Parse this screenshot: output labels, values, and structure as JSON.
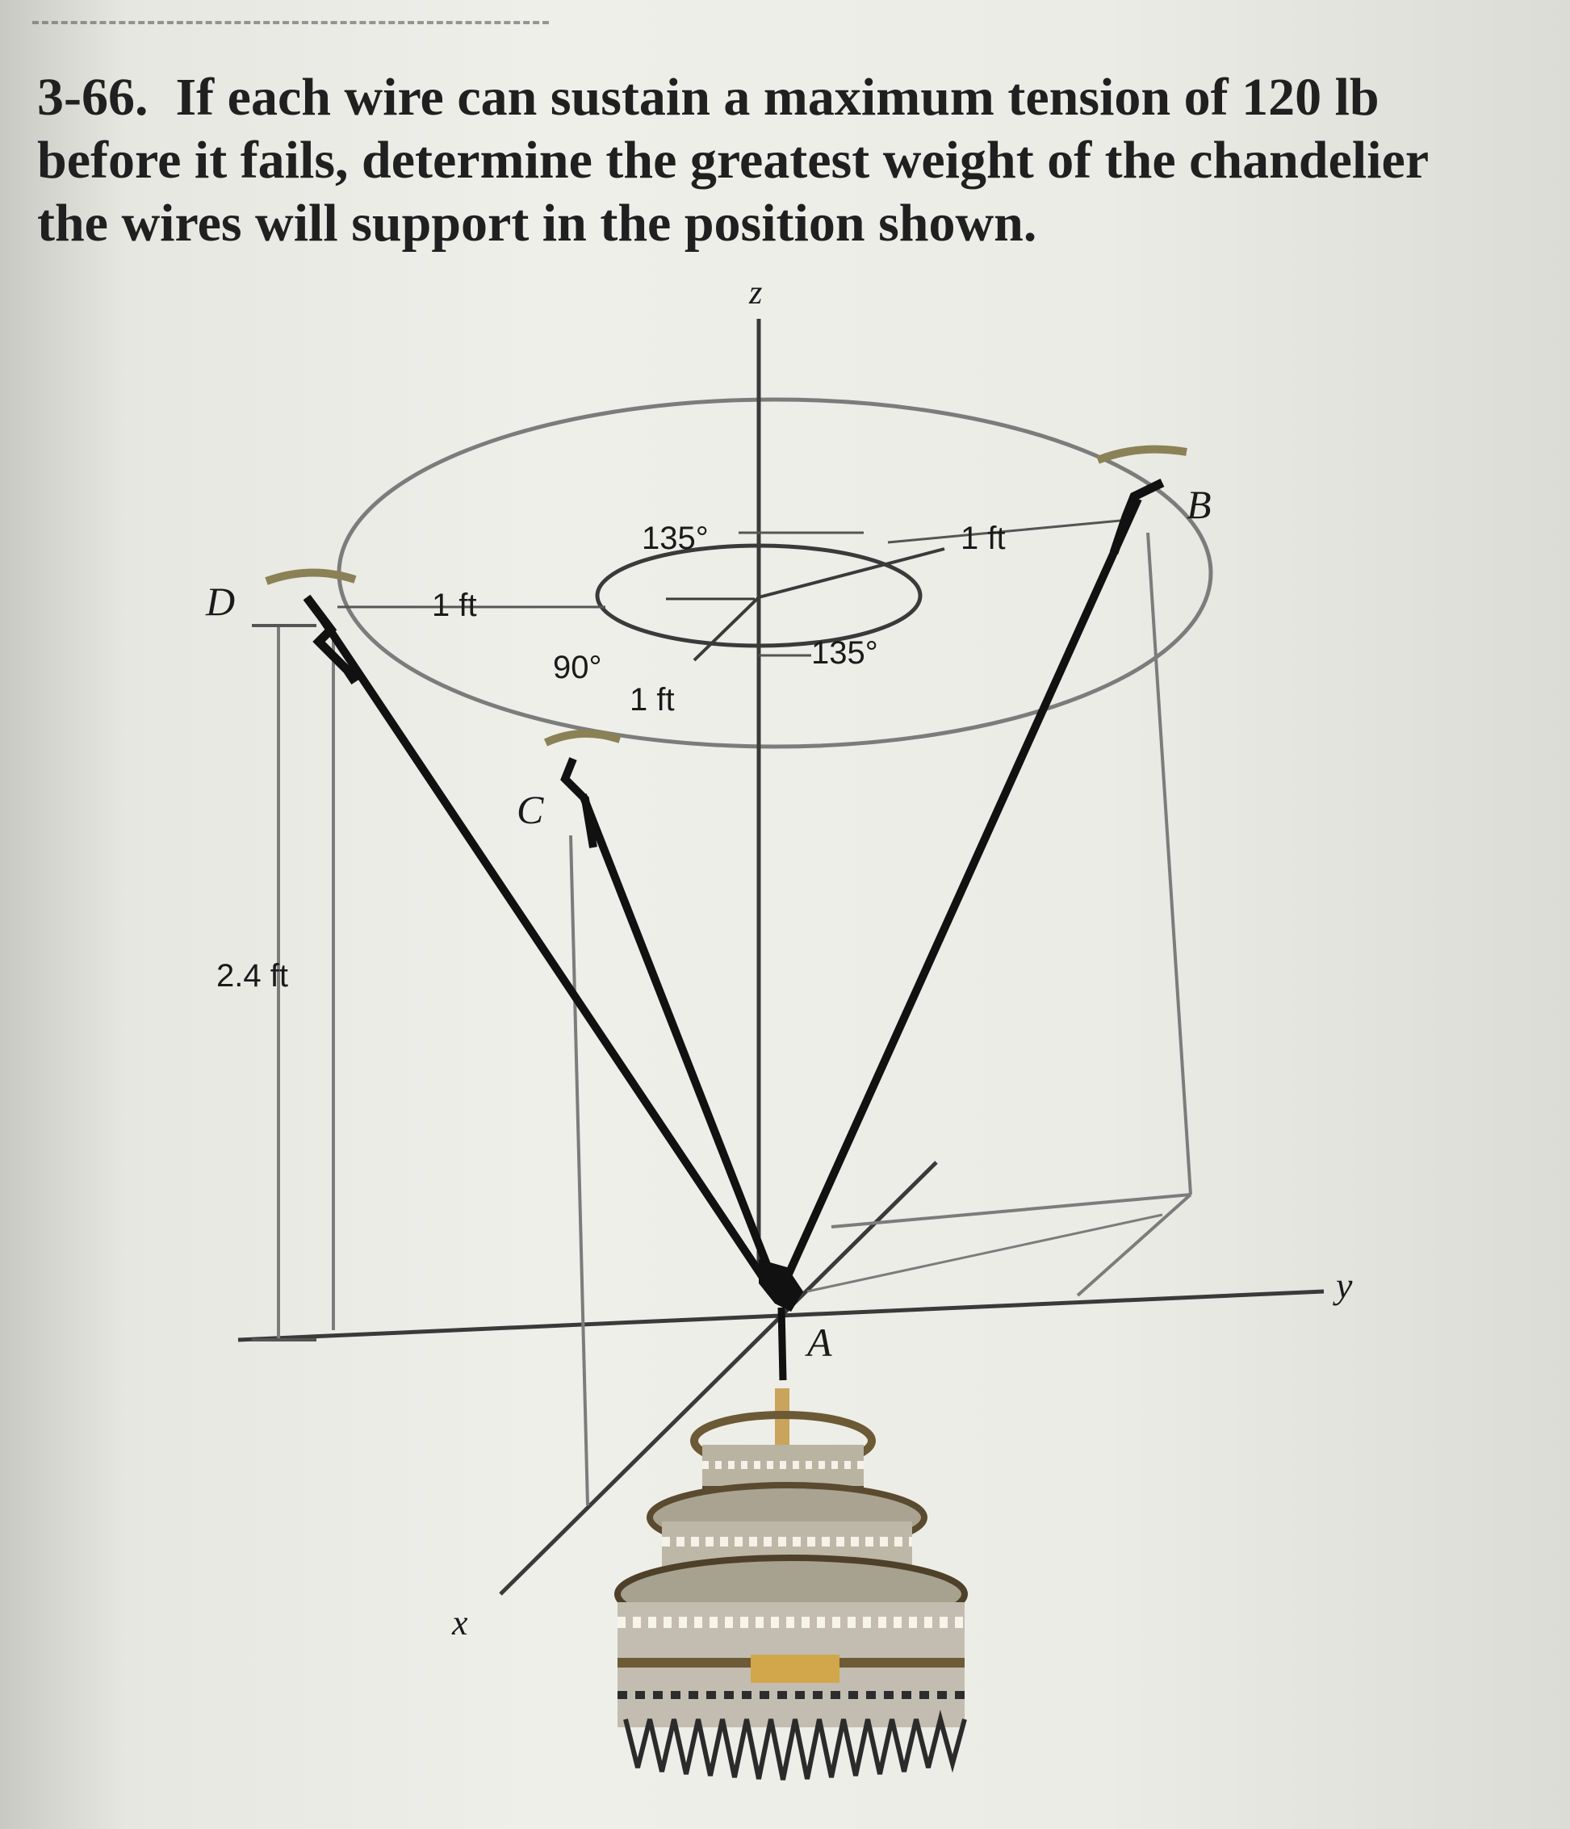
{
  "problem": {
    "number": "3-66.",
    "text": "If each wire can sustain a maximum tension of 120 lb before it fails, determine the greatest weight of the chandelier the wires will support in the position shown."
  },
  "figure": {
    "axis_labels": {
      "z": "z",
      "y": "y",
      "x": "x"
    },
    "point_labels": {
      "A": "A",
      "B": "B",
      "C": "C",
      "D": "D"
    },
    "dimensions": {
      "height": "2.4 ft",
      "radius_d": "1 ft",
      "radius_b": "1 ft",
      "radius_c": "1 ft",
      "angle_top": "135°",
      "angle_right": "135°",
      "angle_left": "90°"
    }
  }
}
